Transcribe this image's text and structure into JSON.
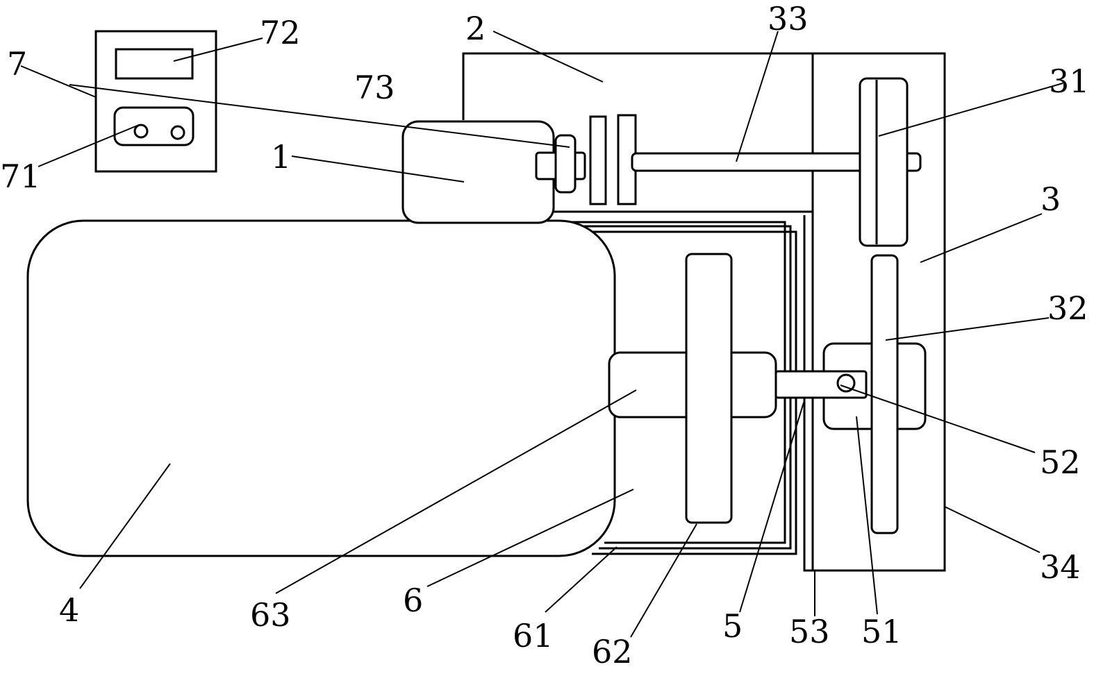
{
  "labels": {
    "l1": "1",
    "l2": "2",
    "l3": "3",
    "l31": "31",
    "l32": "32",
    "l33": "33",
    "l34": "34",
    "l4": "4",
    "l5": "5",
    "l51": "51",
    "l52": "52",
    "l53": "53",
    "l6": "6",
    "l61": "61",
    "l62": "62",
    "l63": "63",
    "l7": "7",
    "l71": "71",
    "l72": "72",
    "l73": "73"
  },
  "colors": {
    "line": "#000000",
    "background": "#ffffff"
  }
}
